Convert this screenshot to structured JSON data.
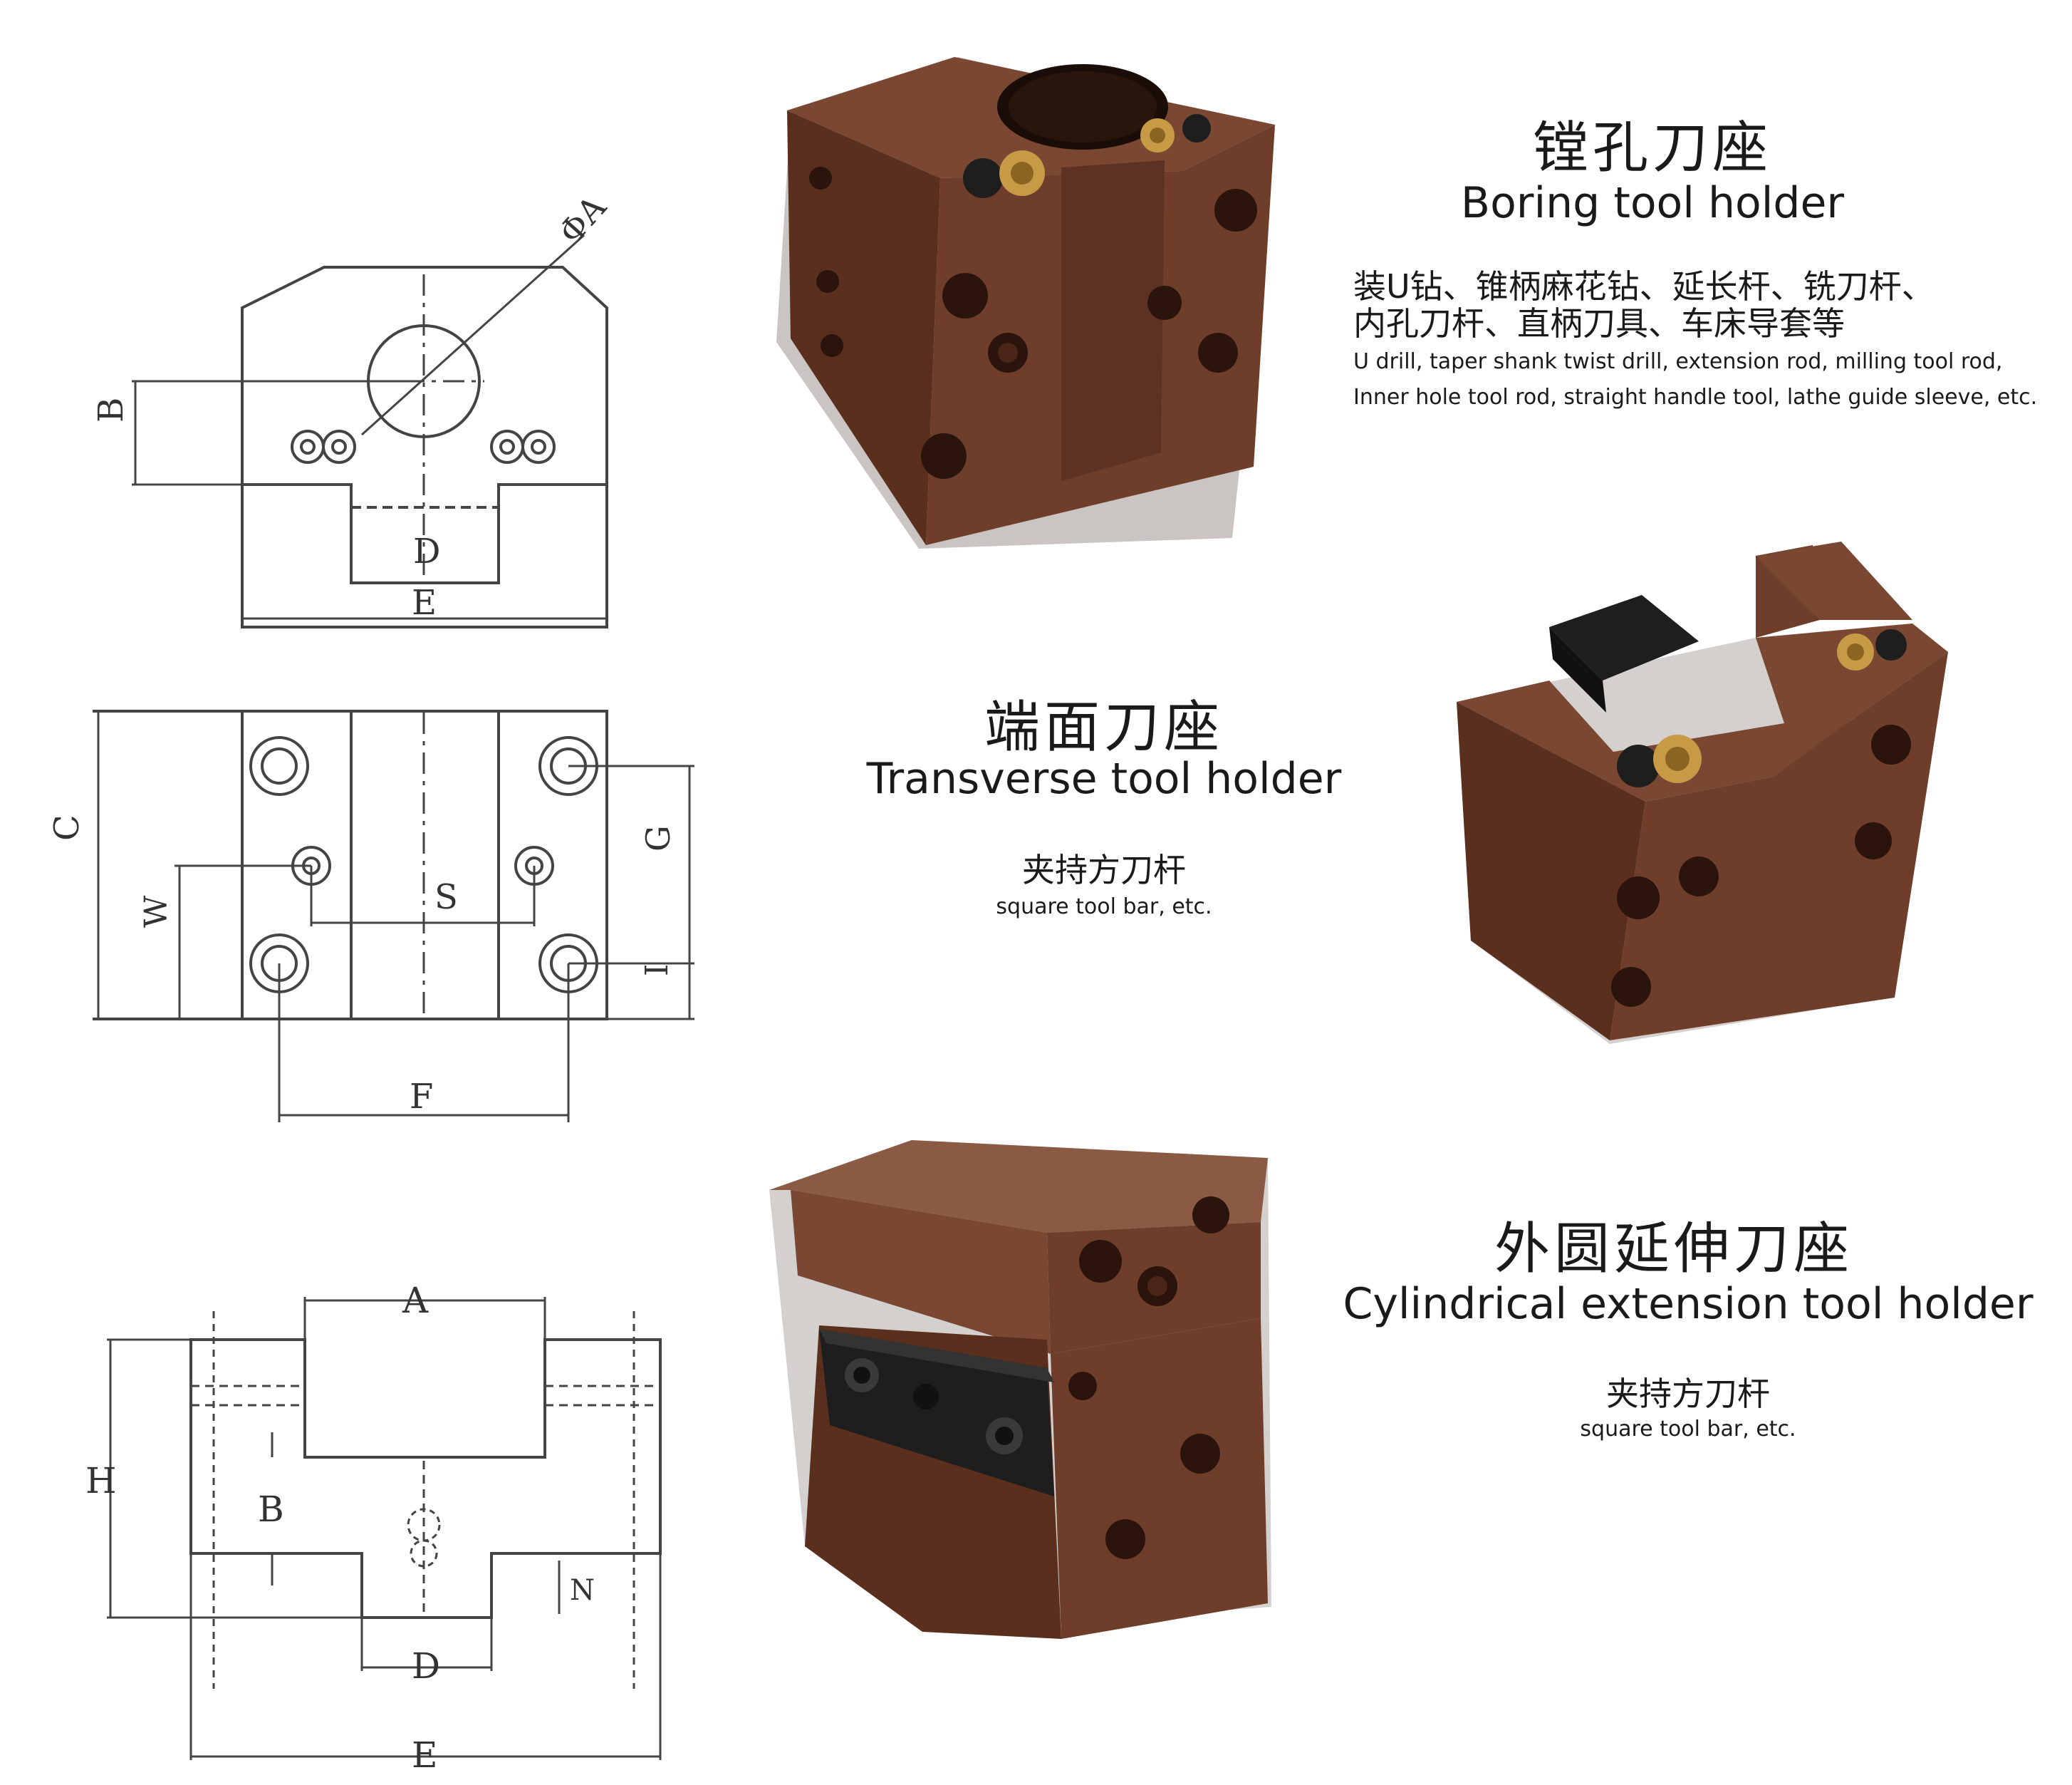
{
  "colors": {
    "body": "#6e3e2a",
    "bodyDark": "#4a2618",
    "bodyLight": "#8a5a44",
    "black": "#1e1e1e",
    "brass": "#c79a45",
    "line": "#444444"
  },
  "sections": [
    {
      "title_cn": "镗孔刀座",
      "title_en": "Boring tool holder",
      "desc_cn": [
        "装U钻、锥柄麻花钻、延长杆、铣刀杆、",
        "内孔刀杆、直柄刀具、车床导套等"
      ],
      "desc_en": [
        "U drill, taper shank twist drill, extension rod, milling tool rod,",
        "Inner hole tool rod, straight handle tool, lathe guide sleeve, etc."
      ]
    },
    {
      "title_cn": "端面刀座",
      "title_en": "Transverse tool holder",
      "desc_cn": [
        "夹持方刀杆"
      ],
      "desc_en": [
        "square tool bar, etc."
      ]
    },
    {
      "title_cn": "外圆延伸刀座",
      "title_en": "Cylindrical extension tool holder",
      "desc_cn": [
        "夹持方刀杆"
      ],
      "desc_en": [
        "square tool bar, etc."
      ]
    }
  ],
  "drawings": {
    "top": {
      "labels": [
        "ΦA",
        "B",
        "D",
        "E"
      ]
    },
    "middle": {
      "labels": [
        "C",
        "W",
        "S",
        "G",
        "I",
        "F"
      ]
    },
    "bottom": {
      "labels": [
        "A",
        "H",
        "B",
        "N",
        "D",
        "E"
      ]
    }
  }
}
